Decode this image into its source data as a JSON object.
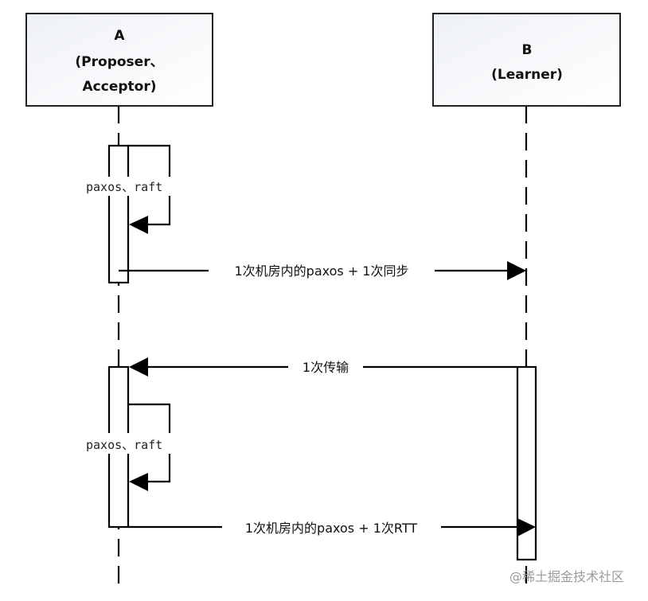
{
  "actors": [
    {
      "id": "A",
      "lines": [
        "A",
        "(Proposer、",
        "Acceptor)"
      ]
    },
    {
      "id": "B",
      "lines": [
        "B",
        "(Learner)"
      ]
    }
  ],
  "self_calls": [
    {
      "label": "paxos、raft"
    },
    {
      "label": "paxos、raft"
    }
  ],
  "messages": [
    {
      "from": "A",
      "to": "B",
      "label": "1次机房内的paxos + 1次同步"
    },
    {
      "from": "B",
      "to": "A",
      "label": "1次传输"
    },
    {
      "from": "A",
      "to": "B",
      "label": "1次机房内的paxos + 1次RTT"
    }
  ],
  "watermark": "@稀土掘金技术社区",
  "colors": {
    "line": "#000000",
    "box_fill_top": "#f4f6f9",
    "box_fill_bottom": "#ffffff",
    "watermark": "#9a9a9a"
  }
}
